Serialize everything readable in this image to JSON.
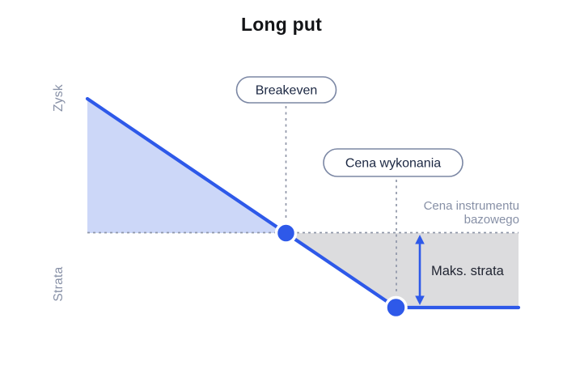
{
  "title": "Long put",
  "labels": {
    "y_axis_profit": "Zysk",
    "y_axis_loss": "Strata",
    "breakeven": "Breakeven",
    "strike": "Cena wykonania",
    "underlying_price": {
      "line1": "Cena instrumentu",
      "line2": "bazowego"
    },
    "max_loss": "Maks. strata"
  },
  "colors": {
    "line": "#2e59e9",
    "profit_fill": "#ccd7f8",
    "loss_fill": "#dcdcde",
    "dashed": "#8f96a8",
    "pill_border": "#7b87a4",
    "pill_fill": "#ffffff",
    "pill_text": "#1b2742",
    "muted_text": "#8790a6",
    "dark_text": "#222633",
    "title_text": "#131417"
  },
  "chart_data": {
    "type": "line",
    "title": "Long put",
    "description": "Payoff diagram of a long put option: profit falls linearly as the underlying price rises, crossing zero at the breakeven point, and bottoms out at the maximum loss for underlying prices at or above the strike (Cena wykonania).",
    "x_axis": {
      "label": "Cena instrumentu bazowego",
      "ticks": [],
      "range_relative": [
        0,
        1
      ]
    },
    "y_axis": {
      "label_positive": "Zysk",
      "label_negative": "Strata",
      "ticks": [],
      "zero_line": "dashed"
    },
    "series": [
      {
        "name": "Long put payoff",
        "x_relative": [
          0,
          0.46,
          0.715,
          1
        ],
        "y_in_max_loss_units": [
          1.79,
          0,
          -1,
          -1
        ],
        "color": "#2e59e9"
      }
    ],
    "markers": [
      {
        "label": "Breakeven",
        "x_relative": 0.46,
        "y_in_max_loss_units": 0
      },
      {
        "label": "Cena wykonania",
        "x_relative": 0.715,
        "y_in_max_loss_units": -1
      }
    ],
    "annotations": [
      {
        "type": "measure-arrow",
        "text": "Maks. strata",
        "from_y": 0,
        "to_y": -1,
        "x_relative": 0.77
      },
      {
        "type": "zero-line-label",
        "text": "Cena instrumentu bazowego",
        "position": "right-above-zero-line"
      }
    ],
    "regions": [
      {
        "name": "profit-area",
        "bounds": "above zero line, left of breakeven",
        "fill": "#ccd7f8"
      },
      {
        "name": "loss-area",
        "bounds": "below zero line, right of breakeven",
        "fill": "#dcdcde"
      }
    ],
    "grid": false,
    "legend": false
  }
}
